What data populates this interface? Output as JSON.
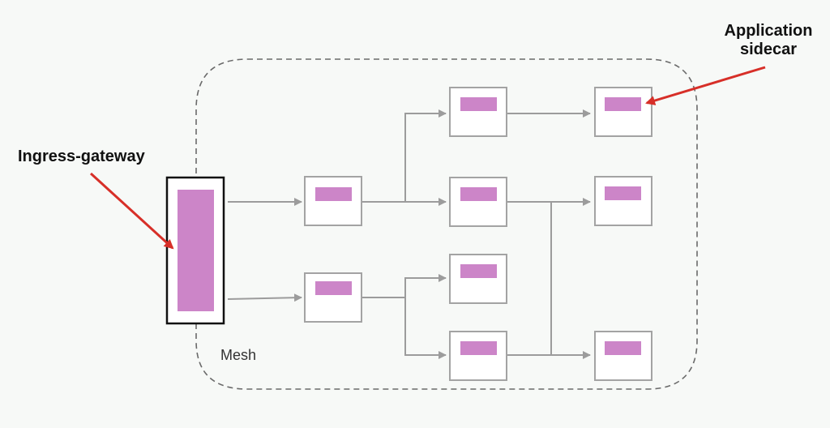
{
  "labels": {
    "ingress_gateway": "Ingress-gateway",
    "application_line1": "Application",
    "application_line2": "sidecar",
    "mesh": "Mesh"
  },
  "colors": {
    "sidecar_fill": "#cc85c8",
    "box_border": "#a3a3a3",
    "box_fill": "#ffffff",
    "arrow": "#9c9c9c",
    "annotation_arrow": "#d72f28",
    "mesh_border": "#6a6a6a",
    "gateway_border": "#111111"
  },
  "nodes": [
    {
      "id": "gateway",
      "kind": "gateway"
    },
    {
      "id": "s1",
      "kind": "service"
    },
    {
      "id": "s2",
      "kind": "service"
    },
    {
      "id": "t1",
      "kind": "service"
    },
    {
      "id": "t2",
      "kind": "service"
    },
    {
      "id": "t3",
      "kind": "service"
    },
    {
      "id": "t4",
      "kind": "service"
    },
    {
      "id": "u1",
      "kind": "service"
    },
    {
      "id": "u2",
      "kind": "service"
    },
    {
      "id": "u3",
      "kind": "service"
    }
  ],
  "edges": [
    {
      "from": "gateway",
      "to": "s1"
    },
    {
      "from": "gateway",
      "to": "s2"
    },
    {
      "from": "s1",
      "to": "t1"
    },
    {
      "from": "s1",
      "to": "t2"
    },
    {
      "from": "s2",
      "to": "t3"
    },
    {
      "from": "s2",
      "to": "t4"
    },
    {
      "from": "t1",
      "to": "u1"
    },
    {
      "from": "t2",
      "to": "u2"
    },
    {
      "from": "t2",
      "to": "u3"
    },
    {
      "from": "t4",
      "to": "u2"
    },
    {
      "from": "t4",
      "to": "u3"
    }
  ],
  "annotations": [
    {
      "label": "ingress_gateway",
      "points_to": "gateway"
    },
    {
      "label": "application_sidecar",
      "points_to": "u1"
    }
  ]
}
